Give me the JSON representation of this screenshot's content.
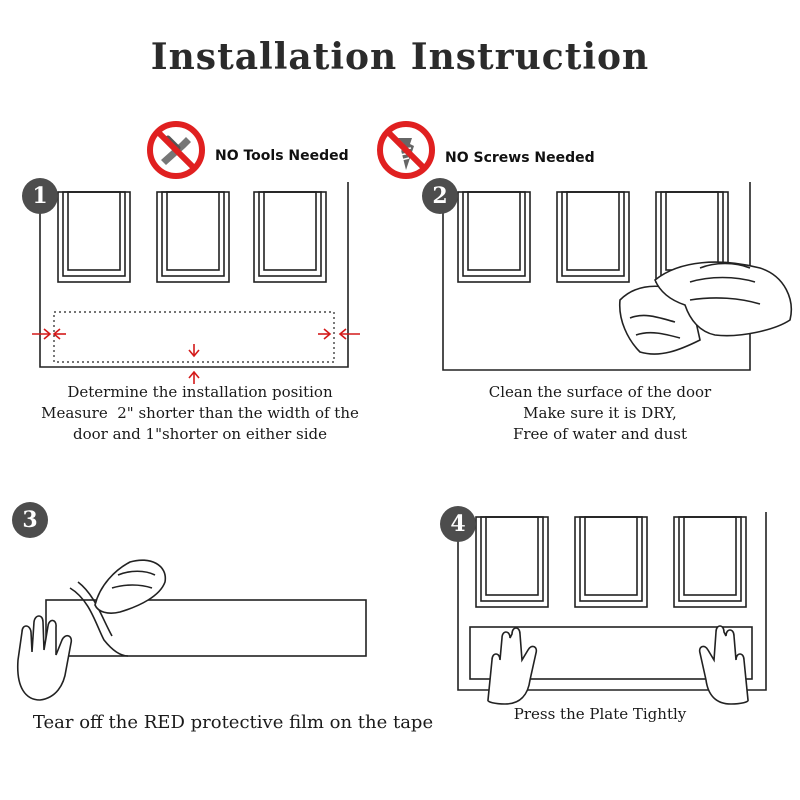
{
  "title": "Installation Instruction",
  "badges": {
    "no_tools": "NO Tools Needed",
    "no_screws": "NO Screws Needed"
  },
  "steps": [
    {
      "number": "1",
      "lines": [
        "Determine the installation position",
        "Measure  2\" shorter than the width of the",
        "door and 1\"shorter on either side"
      ]
    },
    {
      "number": "2",
      "lines": [
        "Clean the surface of the door",
        "Make sure it is DRY,",
        "Free of water and dust"
      ]
    },
    {
      "number": "3",
      "lines": [
        "Tear off the RED protective film on the tape"
      ]
    },
    {
      "number": "4",
      "lines": [
        "Press the Plate Tightly"
      ]
    }
  ],
  "colors": {
    "prohibit_red": "#e02020",
    "arrow_red": "#d41a1a",
    "badge_gray": "#4d4d4d"
  }
}
